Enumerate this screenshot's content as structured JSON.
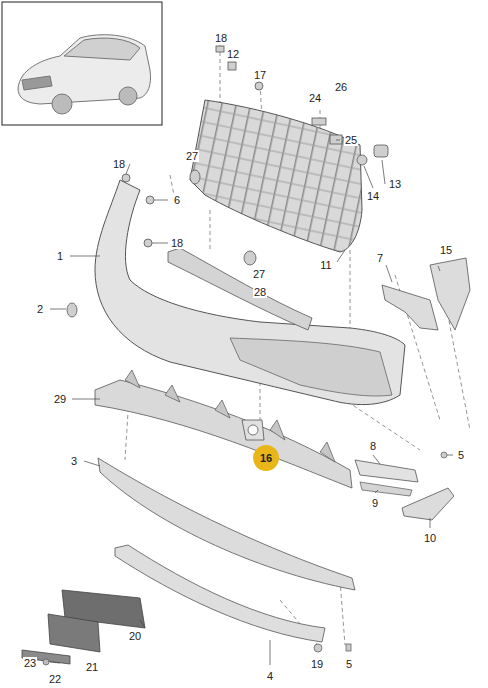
{
  "diagram": {
    "nodes": [
      {
        "text": [
          "16"
        ]
      }
    ],
    "labels": [
      "18",
      "12",
      "17",
      "26",
      "24",
      "25",
      "18",
      "27",
      "6",
      "14",
      "13",
      "1",
      "18",
      "15",
      "28",
      "27",
      "11",
      "7",
      "2",
      "29",
      "8",
      "5",
      "3",
      "9",
      "10",
      "20",
      "19",
      "5",
      "23",
      "21",
      "4",
      "22"
    ]
  }
}
